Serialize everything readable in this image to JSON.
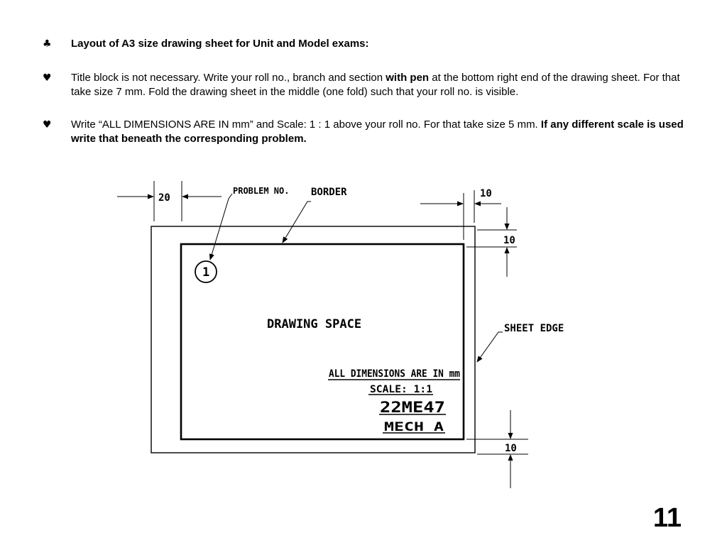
{
  "bullets": [
    {
      "symbol": "♣",
      "parts": [
        {
          "text": "Layout of A3 size drawing sheet for Unit and Model exams:",
          "bold": true
        }
      ]
    },
    {
      "symbol": "♥",
      "parts": [
        {
          "text": "Title block is not necessary. Write your roll no., branch and section ",
          "bold": false
        },
        {
          "text": "with pen",
          "bold": true
        },
        {
          "text": " at the bottom right end of the drawing sheet. For that take size 7 mm. Fold the drawing sheet in the middle (one fold) such that your roll no. is visible.",
          "bold": false
        }
      ]
    },
    {
      "symbol": "♥",
      "parts": [
        {
          "text": "Write “ALL DIMENSIONS ARE IN mm” and Scale: 1 : 1 above your roll no. For that take size 5 mm. ",
          "bold": false
        },
        {
          "text": "If any different scale is used write that beneath the corresponding problem.",
          "bold": true
        }
      ]
    }
  ],
  "diagram": {
    "dim_left": "20",
    "dim_top_right": "10",
    "dim_right_top": "10",
    "dim_right_bottom": "10",
    "label_problem_no": "PROBLEM NO.",
    "label_border": "BORDER",
    "label_sheet_edge": "SHEET EDGE",
    "label_drawing_space": "DRAWING SPACE",
    "problem_number": "1",
    "title_dimensions": "ALL DIMENSIONS ARE IN mm",
    "title_scale": "SCALE: 1:1",
    "title_roll": "22ME47",
    "title_branch": "MECH A"
  },
  "slide_number": "11"
}
